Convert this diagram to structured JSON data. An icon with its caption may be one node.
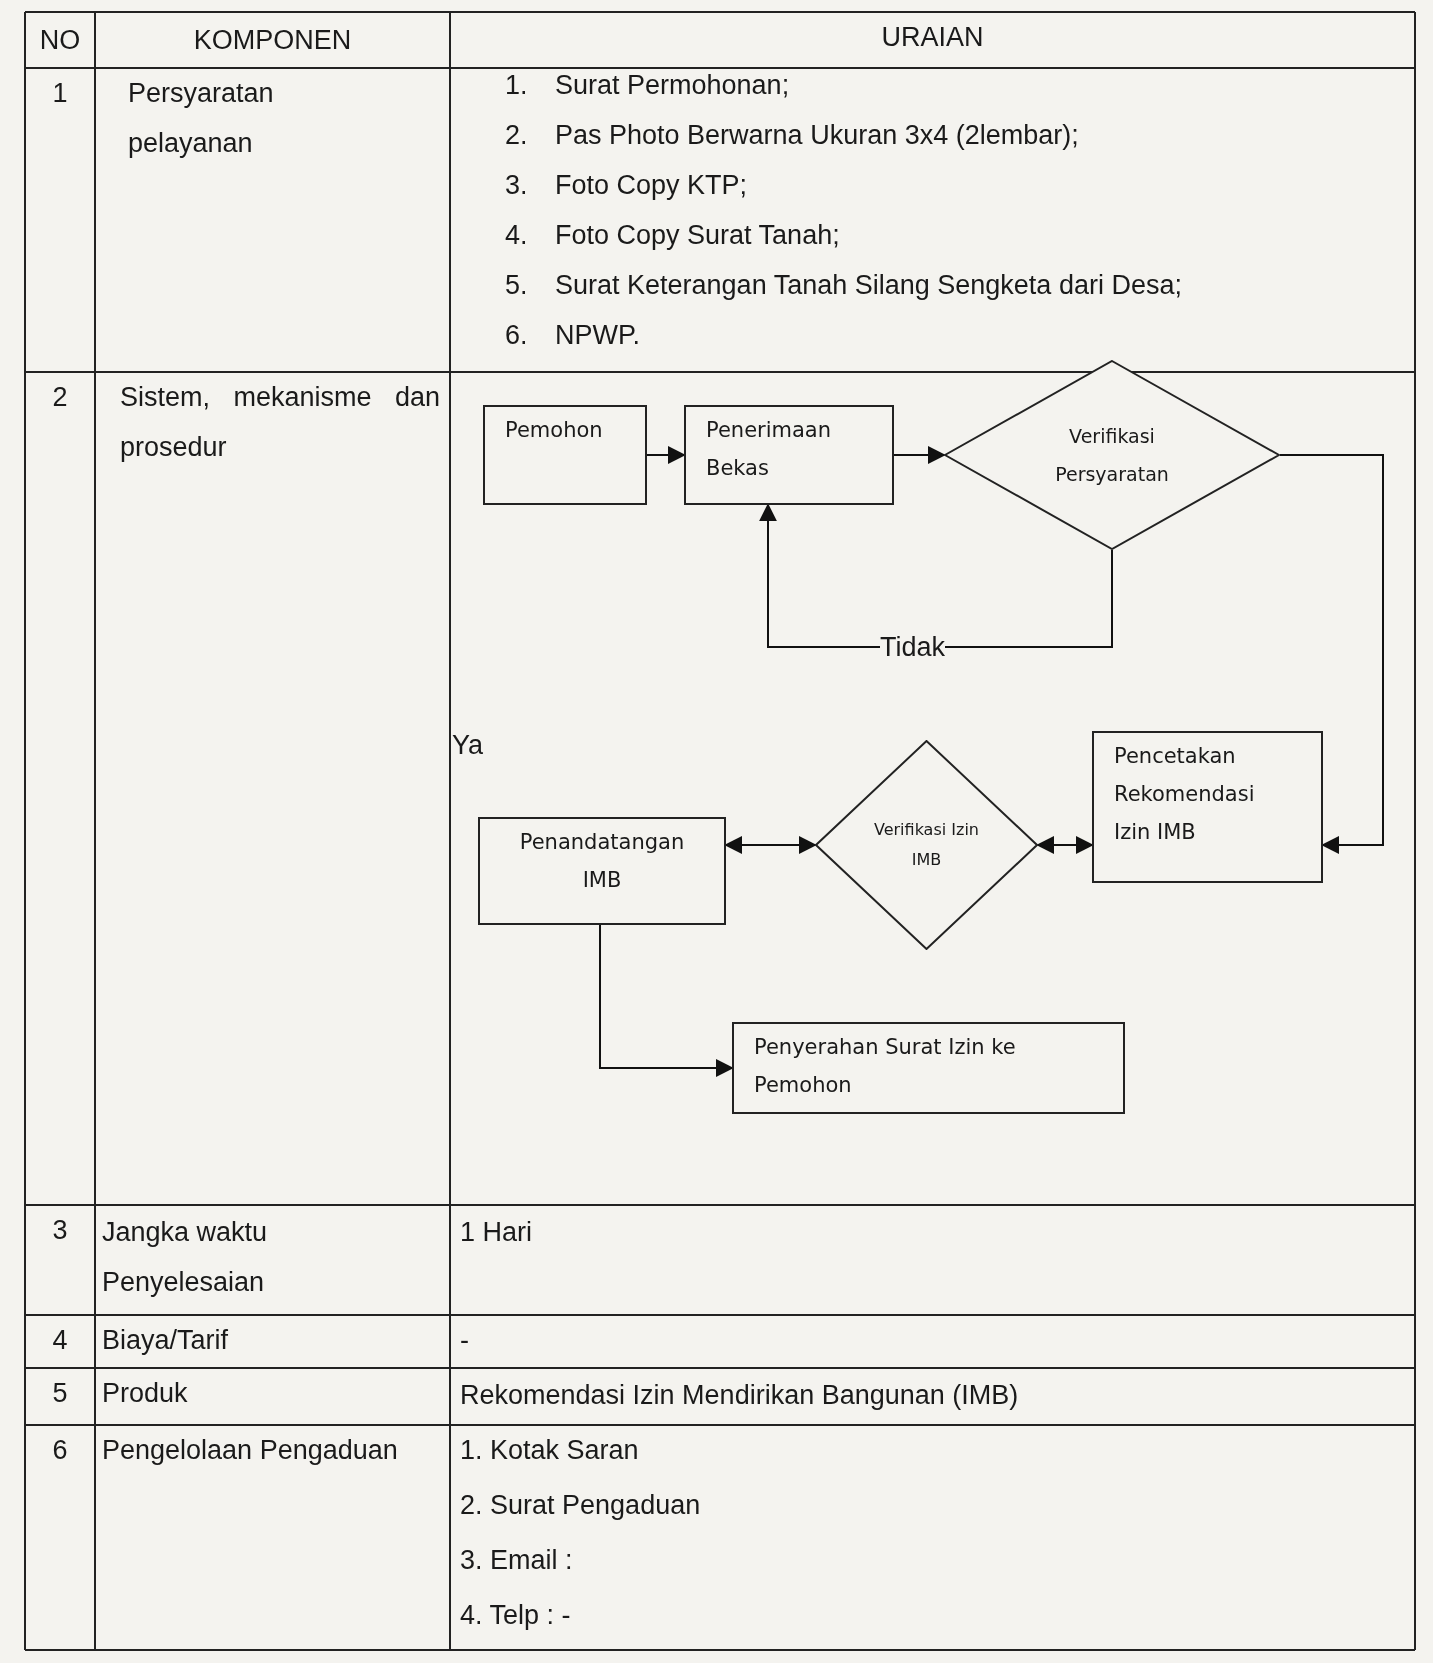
{
  "diagram": {
    "nodes": [
      {
        "text": [
          "Pemohon"
        ]
      },
      {
        "text": [
          "Penerimaan Bekas"
        ]
      },
      {
        "text": [
          "Verifikasi Persyaratan"
        ]
      },
      {
        "text": [
          "Pencetakan Rekomendasi Izin IMB"
        ]
      },
      {
        "text": [
          "Verifikasi Izin IMB"
        ]
      },
      {
        "text": [
          "Penandatangan IMB"
        ]
      },
      {
        "text": [
          "Penyerahan Surat Izin ke Pemohon"
        ]
      }
    ],
    "edges": [
      {
        "from": 0,
        "to": 1,
        "arrow": "to"
      },
      {
        "from": 1,
        "to": 2,
        "arrow": "to"
      },
      {
        "from": 2,
        "to": 1,
        "arrow": "to",
        "label": "Tidak"
      },
      {
        "from": 2,
        "to": 3,
        "arrow": "to"
      },
      {
        "from": 3,
        "to": 4,
        "arrow": "both"
      },
      {
        "from": 5,
        "to": 4,
        "arrow": "both"
      },
      {
        "from": 5,
        "to": 6,
        "arrow": "to"
      }
    ],
    "labels": [
      "NO",
      "KOMPONEN",
      "URAIAN",
      "1",
      "Persyaratan pelayanan",
      "1.",
      "Surat Permohonan;",
      "2.",
      "Pas Photo Berwarna Ukuran 3x4 (2lembar);",
      "3.",
      "Foto Copy KTP;",
      "4.",
      "Foto Copy Surat Tanah;",
      "5.",
      "Surat Keterangan Tanah Silang Sengketa dari Desa;",
      "6.",
      "NPWP.",
      "2",
      "Sistem, mekanisme dan prosedur",
      "Ya",
      "3",
      "Jangka waktu Penyelesaian",
      "1 Hari",
      "4",
      "Biaya/Tarif",
      "-",
      "5",
      "Produk",
      "Rekomendasi Izin Mendirikan Bangunan (IMB)",
      "6",
      "Pengelolaan Pengaduan",
      "1. Kotak Saran",
      "2. Surat Pengaduan",
      "3. Email :",
      "4. Telp : -"
    ]
  }
}
